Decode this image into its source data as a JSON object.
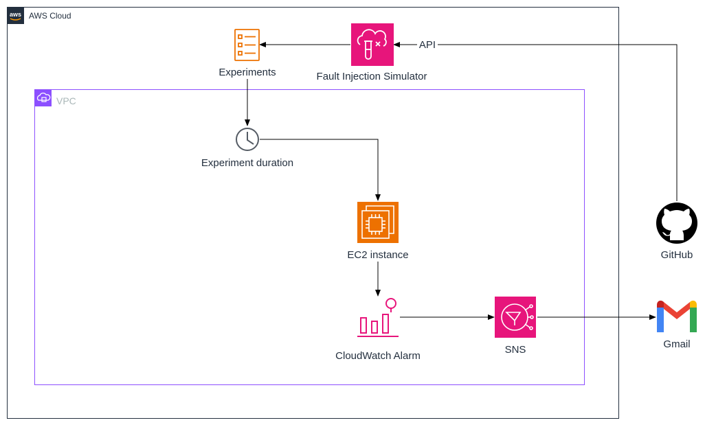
{
  "groups": {
    "aws_cloud": {
      "label": "AWS Cloud",
      "border_color": "#232f3e"
    },
    "vpc": {
      "label": "VPC",
      "border_color": "#8c4fff"
    }
  },
  "nodes": {
    "experiments": {
      "label": "Experiments",
      "icon": "checklist-icon",
      "color": "#ed7100"
    },
    "fis": {
      "label": "Fault Injection Simulator",
      "icon": "fault-injection-simulator-icon",
      "color": "#e7157b"
    },
    "duration": {
      "label": "Experiment duration",
      "icon": "clock-icon",
      "color": "#545b64"
    },
    "ec2": {
      "label": "EC2 instance",
      "icon": "ec2-chip-icon",
      "color": "#ed7100"
    },
    "cloudwatch": {
      "label": "CloudWatch Alarm",
      "icon": "cloudwatch-alarm-icon",
      "color": "#e7157b"
    },
    "sns": {
      "label": "SNS",
      "icon": "sns-icon",
      "color": "#e7157b"
    },
    "github": {
      "label": "GitHub",
      "icon": "github-icon",
      "color": "#000000"
    },
    "gmail": {
      "label": "Gmail",
      "icon": "gmail-icon",
      "color": "#ea4335"
    }
  },
  "edges": {
    "github_to_fis": {
      "label": "API"
    }
  }
}
